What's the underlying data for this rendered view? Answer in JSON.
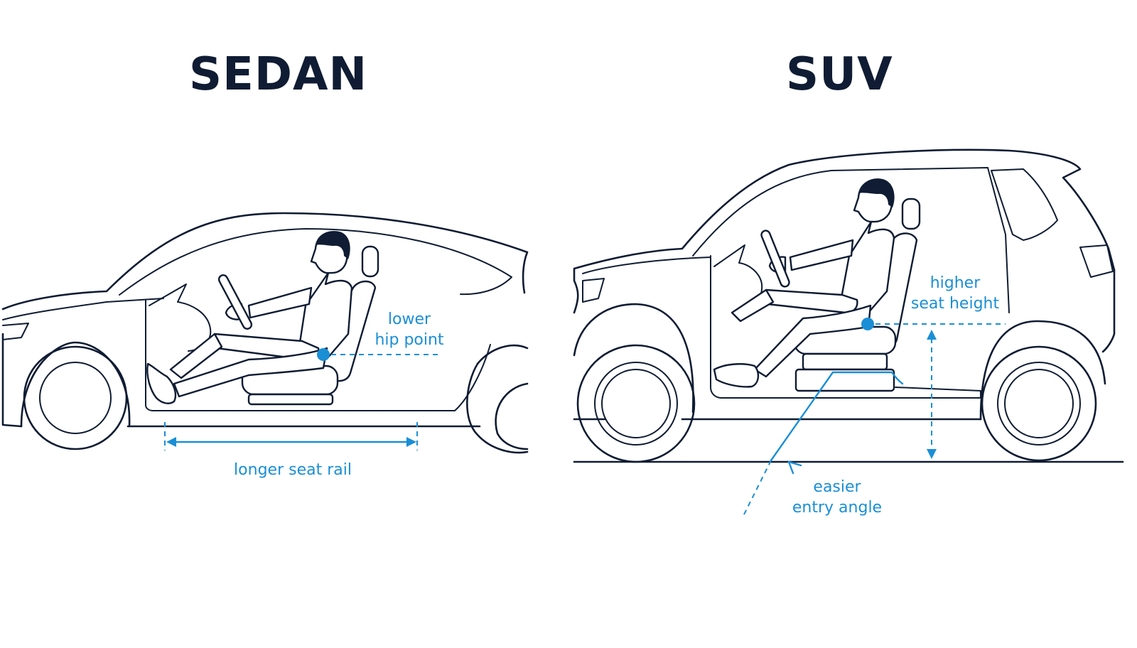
{
  "sedan": {
    "title": "SEDAN",
    "hip_label": [
      "lower",
      "hip point"
    ],
    "rail_label": "longer seat rail"
  },
  "suv": {
    "title": "SUV",
    "seat_label": [
      "higher",
      "seat height"
    ],
    "entry_label": [
      "easier",
      "entry angle"
    ]
  },
  "colors": {
    "outline": "#0f1c33",
    "annotation": "#1a8fd6"
  }
}
